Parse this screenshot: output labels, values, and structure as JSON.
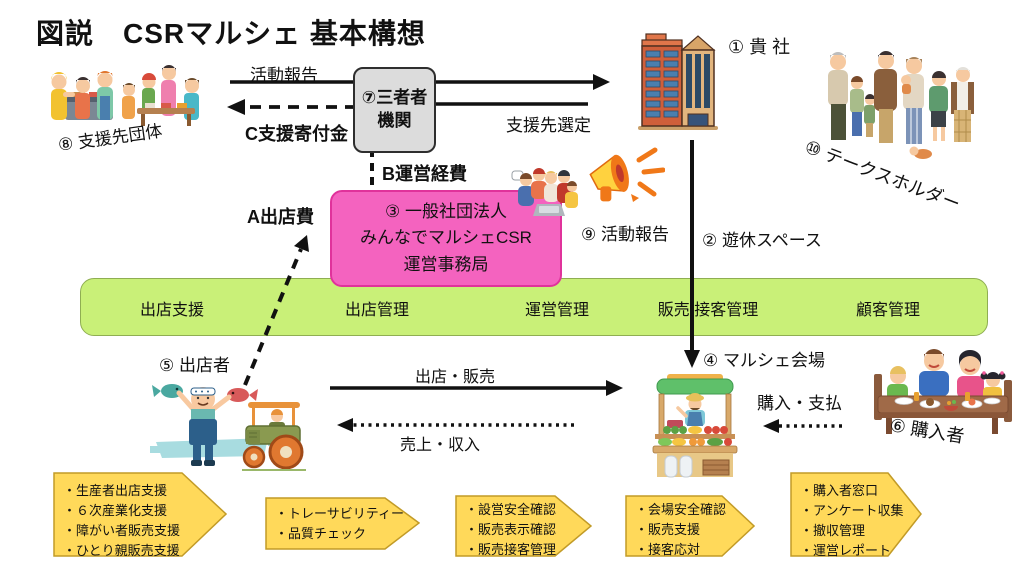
{
  "title": "図説　CSRマルシェ 基本構想",
  "colors": {
    "secretariat_pink": "#f463bf",
    "management_green": "#c9f078",
    "task_yellow": "#ffd95a",
    "thirdparty_gray": "#dcdcdc",
    "arrow_black": "#111111"
  },
  "nodes": {
    "third_party": {
      "line1": "⑦三者者",
      "line2": "機関"
    },
    "secretariat": {
      "line1": "③ 一般社団法人",
      "line2": "みんなでマルシェCSR",
      "line3": "運営事務局"
    },
    "company_label": "① 貴 社",
    "idle_space_label": "② 遊休スペース",
    "venue_label": "④ マルシェ会場",
    "vendor_label": "⑤ 出店者",
    "buyer_label": "⑥ 購入者",
    "supported_group_label": "⑧ 支援先団体",
    "pr_label": "⑨ 活動報告",
    "stakeholders_label": "⑩ テークスホルダー"
  },
  "flows": {
    "activity_report_top": "活動報告",
    "support_selection": "支援先選定",
    "donation": "C支援寄付金",
    "operating_cost": "B運営経費",
    "shop_fee": "A出店費",
    "open_sell": "出店・販売",
    "sales_income": "売上・収入",
    "purchase_pay": "購入・支払"
  },
  "management_bar": {
    "items": [
      "出店支援",
      "出店管理",
      "運営管理",
      "販売 接客管理",
      "顧客管理"
    ]
  },
  "task_boxes": [
    {
      "items": [
        "・生産者出店支援",
        "・６次産業化支援",
        "・障がい者販売支援",
        "・ひとり親販売支援"
      ]
    },
    {
      "items": [
        "・トレーサビリティー",
        "・品質チェック"
      ]
    },
    {
      "items": [
        "・設営安全確認",
        "・販売表示確認",
        "・販売接客管理"
      ]
    },
    {
      "items": [
        "・会場安全確認",
        "・販売支援",
        "・接客応対"
      ]
    },
    {
      "items": [
        "・購入者窓口",
        "・アンケート収集",
        "・撤収管理",
        "・運営レポート"
      ]
    }
  ]
}
